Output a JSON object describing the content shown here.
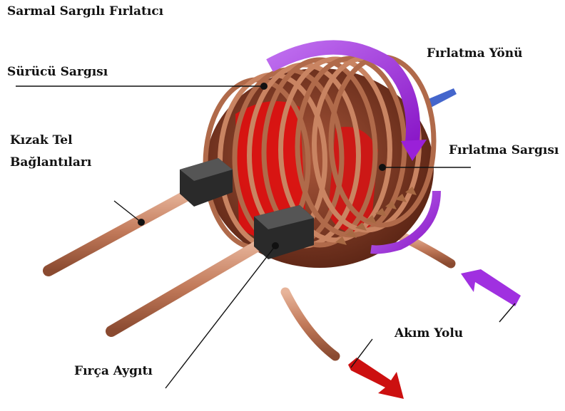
{
  "title": "Sarmal Sargılı Fırlatıcı",
  "labels": {
    "surucu_sargisi": "Sürücü Sargısı",
    "firlatma_yonu": "Fırlatma Yönü",
    "kizak_tel": "Kızak Tel",
    "baglantilari": "Bağlantıları",
    "firlatma_sargisi": "Fırlatma Sargısı",
    "akim_yolu": "Akım Yolu",
    "firca_aygiti": "Fırça Aygıtı"
  },
  "colors": {
    "copper": "#c0785a",
    "copper_dark": "#7a3a22",
    "red_core": "#e01010",
    "purple_arrow": "#b030e0",
    "red_arrow": "#cc1010",
    "blue_arrow": "#4466cc",
    "brush_block": "#2a2a2a"
  }
}
